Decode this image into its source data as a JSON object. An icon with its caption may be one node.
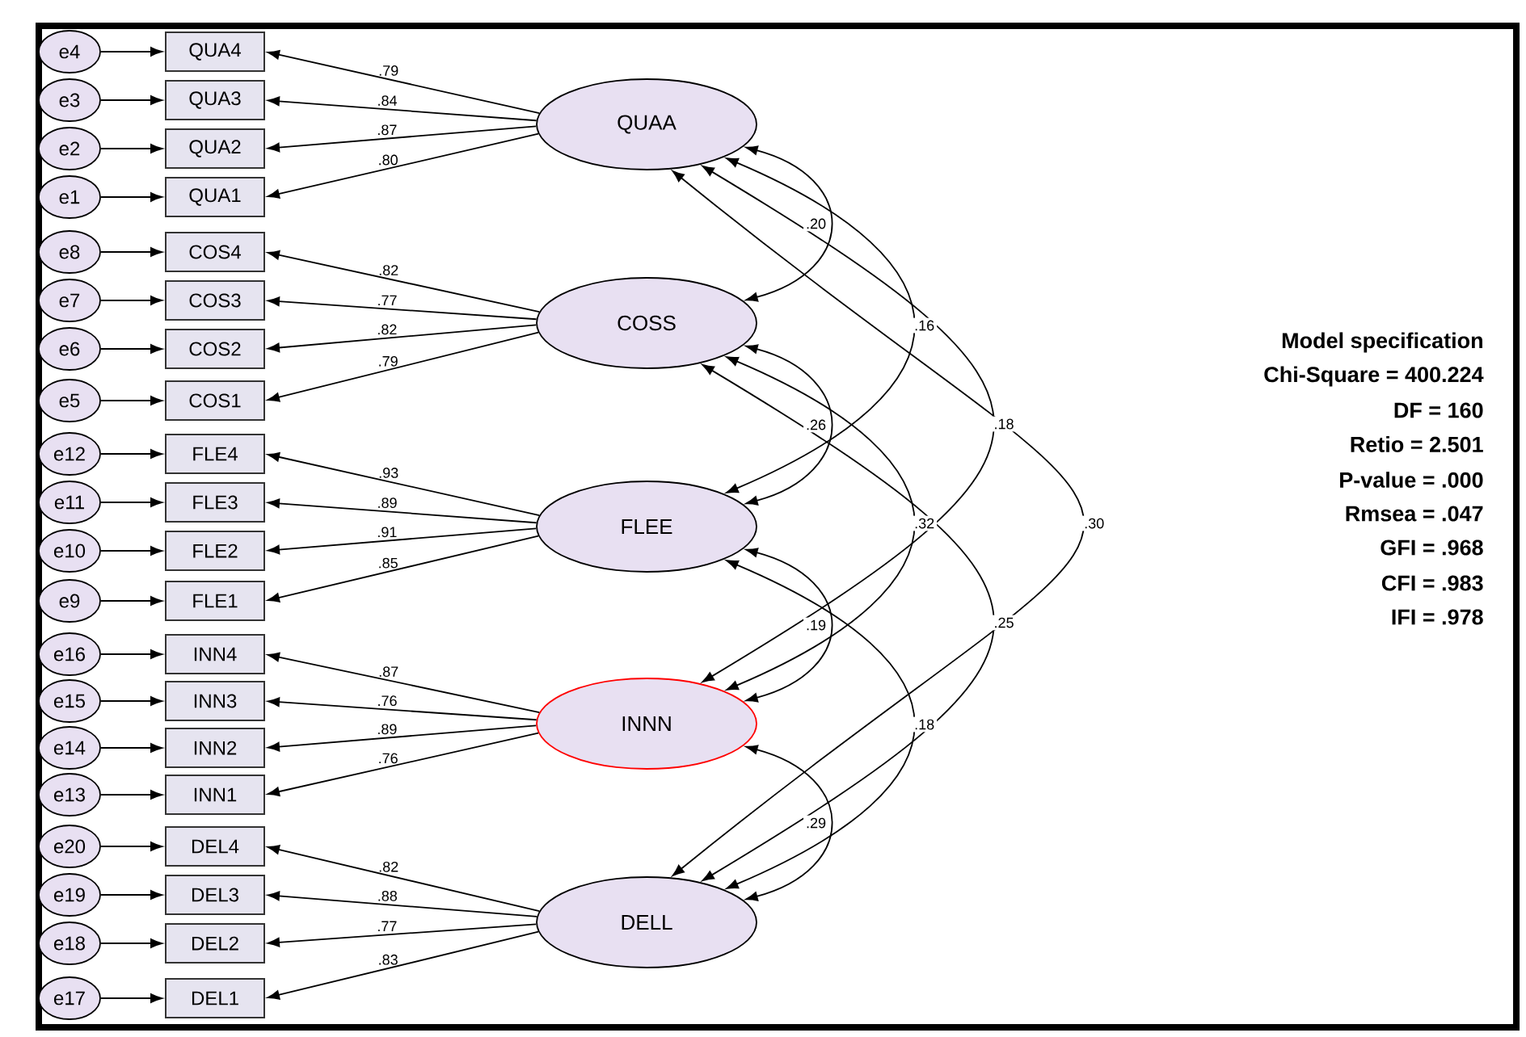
{
  "diagram": {
    "nodes": [
      {
        "text": [
          "QUAA"
        ]
      },
      {
        "text": [
          "COSS"
        ]
      },
      {
        "text": [
          "FLEE"
        ]
      },
      {
        "text": [
          "INNN"
        ]
      },
      {
        "text": [
          "DELL"
        ]
      },
      {
        "text": [
          "QUA4"
        ]
      },
      {
        "text": [
          "QUA3"
        ]
      },
      {
        "text": [
          "QUA2"
        ]
      },
      {
        "text": [
          "QUA1"
        ]
      },
      {
        "text": [
          "COS4"
        ]
      },
      {
        "text": [
          "COS3"
        ]
      },
      {
        "text": [
          "COS2"
        ]
      },
      {
        "text": [
          "COS1"
        ]
      },
      {
        "text": [
          "FLE4"
        ]
      },
      {
        "text": [
          "FLE3"
        ]
      },
      {
        "text": [
          "FLE2"
        ]
      },
      {
        "text": [
          "FLE1"
        ]
      },
      {
        "text": [
          "INN4"
        ]
      },
      {
        "text": [
          "INN3"
        ]
      },
      {
        "text": [
          "INN2"
        ]
      },
      {
        "text": [
          "INN1"
        ]
      },
      {
        "text": [
          "DEL4"
        ]
      },
      {
        "text": [
          "DEL3"
        ]
      },
      {
        "text": [
          "DEL2"
        ]
      },
      {
        "text": [
          "DEL1"
        ]
      },
      {
        "text": [
          "e4"
        ]
      },
      {
        "text": [
          "e3"
        ]
      },
      {
        "text": [
          "e2"
        ]
      },
      {
        "text": [
          "e1"
        ]
      },
      {
        "text": [
          "e8"
        ]
      },
      {
        "text": [
          "e7"
        ]
      },
      {
        "text": [
          "e6"
        ]
      },
      {
        "text": [
          "e5"
        ]
      },
      {
        "text": [
          "e12"
        ]
      },
      {
        "text": [
          "e11"
        ]
      },
      {
        "text": [
          "e10"
        ]
      },
      {
        "text": [
          "e9"
        ]
      },
      {
        "text": [
          "e16"
        ]
      },
      {
        "text": [
          "e15"
        ]
      },
      {
        "text": [
          "e14"
        ]
      },
      {
        "text": [
          "e13"
        ]
      },
      {
        "text": [
          "e20"
        ]
      },
      {
        "text": [
          "e19"
        ]
      },
      {
        "text": [
          "e18"
        ]
      },
      {
        "text": [
          "e17"
        ]
      }
    ],
    "edges": [
      {
        "from": 25,
        "to": 5,
        "arrow": "to"
      },
      {
        "from": 26,
        "to": 6,
        "arrow": "to"
      },
      {
        "from": 27,
        "to": 7,
        "arrow": "to"
      },
      {
        "from": 28,
        "to": 8,
        "arrow": "to"
      },
      {
        "from": 29,
        "to": 9,
        "arrow": "to"
      },
      {
        "from": 30,
        "to": 10,
        "arrow": "to"
      },
      {
        "from": 31,
        "to": 11,
        "arrow": "to"
      },
      {
        "from": 32,
        "to": 12,
        "arrow": "to"
      },
      {
        "from": 33,
        "to": 13,
        "arrow": "to"
      },
      {
        "from": 34,
        "to": 14,
        "arrow": "to"
      },
      {
        "from": 35,
        "to": 15,
        "arrow": "to"
      },
      {
        "from": 36,
        "to": 16,
        "arrow": "to"
      },
      {
        "from": 37,
        "to": 17,
        "arrow": "to"
      },
      {
        "from": 38,
        "to": 18,
        "arrow": "to"
      },
      {
        "from": 39,
        "to": 19,
        "arrow": "to"
      },
      {
        "from": 40,
        "to": 20,
        "arrow": "to"
      },
      {
        "from": 41,
        "to": 21,
        "arrow": "to"
      },
      {
        "from": 42,
        "to": 22,
        "arrow": "to"
      },
      {
        "from": 43,
        "to": 23,
        "arrow": "to"
      },
      {
        "from": 44,
        "to": 24,
        "arrow": "to"
      },
      {
        "from": 0,
        "to": 5,
        "arrow": "to",
        "label": ".79"
      },
      {
        "from": 0,
        "to": 6,
        "arrow": "to",
        "label": ".84"
      },
      {
        "from": 0,
        "to": 7,
        "arrow": "to",
        "label": ".87"
      },
      {
        "from": 0,
        "to": 8,
        "arrow": "to",
        "label": ".80"
      },
      {
        "from": 1,
        "to": 9,
        "arrow": "to",
        "label": ".82"
      },
      {
        "from": 1,
        "to": 10,
        "arrow": "to",
        "label": ".77"
      },
      {
        "from": 1,
        "to": 11,
        "arrow": "to",
        "label": ".82"
      },
      {
        "from": 1,
        "to": 12,
        "arrow": "to",
        "label": ".79"
      },
      {
        "from": 2,
        "to": 13,
        "arrow": "to",
        "label": ".93"
      },
      {
        "from": 2,
        "to": 14,
        "arrow": "to",
        "label": ".89"
      },
      {
        "from": 2,
        "to": 15,
        "arrow": "to",
        "label": ".91"
      },
      {
        "from": 2,
        "to": 16,
        "arrow": "to",
        "label": ".85"
      },
      {
        "from": 3,
        "to": 17,
        "arrow": "to",
        "label": ".87"
      },
      {
        "from": 3,
        "to": 18,
        "arrow": "to",
        "label": ".76"
      },
      {
        "from": 3,
        "to": 19,
        "arrow": "to",
        "label": ".89"
      },
      {
        "from": 3,
        "to": 20,
        "arrow": "to",
        "label": ".76"
      },
      {
        "from": 4,
        "to": 21,
        "arrow": "to",
        "label": ".82"
      },
      {
        "from": 4,
        "to": 22,
        "arrow": "to",
        "label": ".88"
      },
      {
        "from": 4,
        "to": 23,
        "arrow": "to",
        "label": ".77"
      },
      {
        "from": 4,
        "to": 24,
        "arrow": "to",
        "label": ".83"
      },
      {
        "from": 0,
        "to": 1,
        "arrow": "both",
        "label": ".20"
      },
      {
        "from": 0,
        "to": 2,
        "arrow": "both",
        "label": ".16"
      },
      {
        "from": 0,
        "to": 3,
        "arrow": "both",
        "label": ".18"
      },
      {
        "from": 0,
        "to": 4,
        "arrow": "both",
        "label": ".30"
      },
      {
        "from": 1,
        "to": 2,
        "arrow": "both",
        "label": ".26"
      },
      {
        "from": 1,
        "to": 3,
        "arrow": "both",
        "label": ".32"
      },
      {
        "from": 1,
        "to": 4,
        "arrow": "both",
        "label": ".25"
      },
      {
        "from": 2,
        "to": 3,
        "arrow": "both",
        "label": ".19"
      },
      {
        "from": 2,
        "to": 4,
        "arrow": "both",
        "label": ".18"
      },
      {
        "from": 3,
        "to": 4,
        "arrow": "both",
        "label": ".29"
      }
    ],
    "labels": [
      "Model specification",
      "Chi-Square = 400.224",
      "DF = 160",
      "Retio = 2.501",
      "P-value = .000",
      "Rmsea = .047",
      "GFI = .968",
      "CFI = .983",
      "IFI = .978"
    ]
  }
}
